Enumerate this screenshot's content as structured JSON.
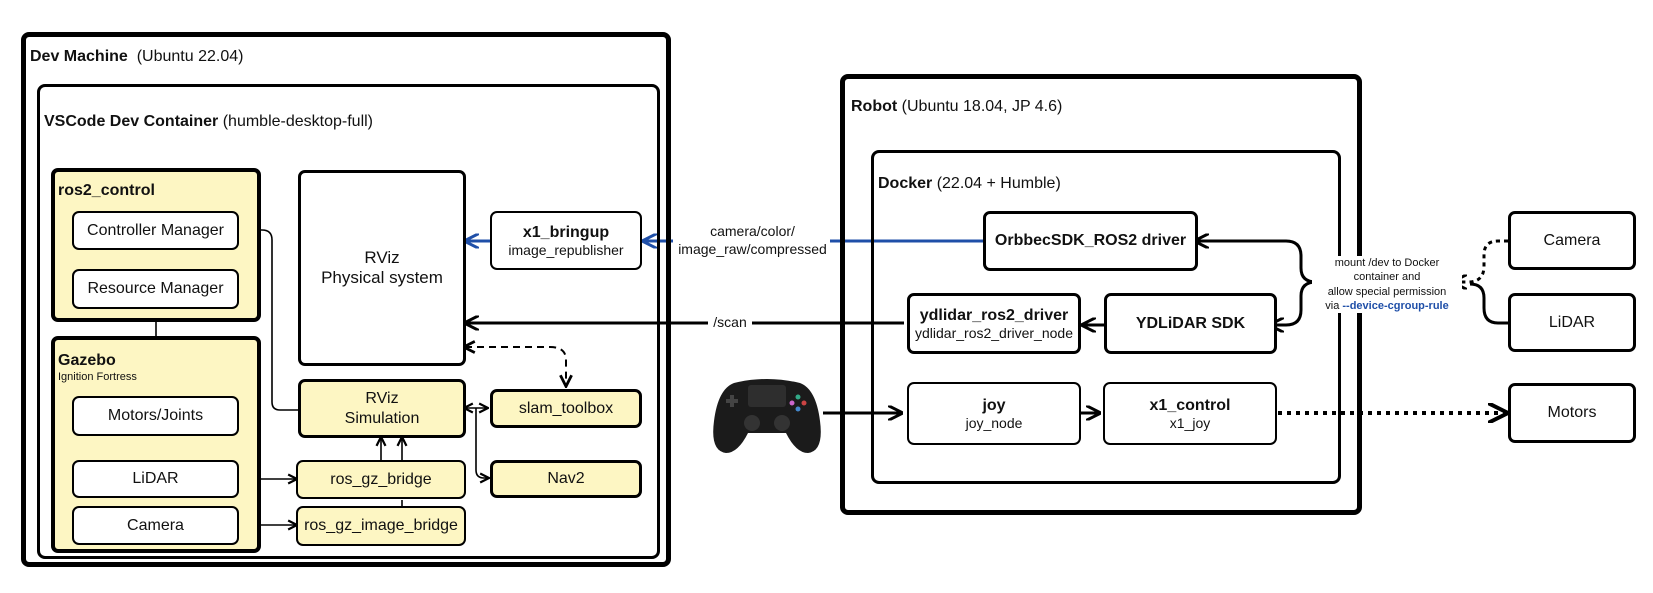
{
  "dev_machine": {
    "title": "Dev Machine",
    "subtitle": "(Ubuntu 22.04)"
  },
  "dev_container": {
    "title": "VSCode Dev Container",
    "subtitle": "(humble-desktop-full)"
  },
  "ros2_control": {
    "title": "ros2_control",
    "controller_manager": "Controller Manager",
    "resource_manager": "Resource Manager"
  },
  "gazebo": {
    "title": "Gazebo",
    "subtitle": "Ignition Fortress",
    "motors_joints": "Motors/Joints",
    "lidar": "LiDAR",
    "camera": "Camera"
  },
  "rviz_physical": {
    "line1": "RViz",
    "line2": "Physical system"
  },
  "rviz_sim": {
    "line1": "RViz",
    "line2": "Simulation"
  },
  "ros_gz_bridge": "ros_gz_bridge",
  "ros_gz_image_bridge": "ros_gz_image_bridge",
  "slam_toolbox": "slam_toolbox",
  "nav2": "Nav2",
  "x1_bringup": {
    "title": "x1_bringup",
    "sub": "image_republisher"
  },
  "topics": {
    "camera_line1": "camera/color/",
    "camera_line2": "image_raw/compressed",
    "scan": "/scan"
  },
  "robot": {
    "title": "Robot",
    "subtitle": "(Ubuntu 18.04, JP 4.6)"
  },
  "docker": {
    "title": "Docker",
    "subtitle": "(22.04 + Humble)"
  },
  "orbbec": "OrbbecSDK_ROS2 driver",
  "ydlidar_driver": {
    "title": "ydlidar_ros2_driver",
    "sub": "ydlidar_ros2_driver_node"
  },
  "ydlidar_sdk": "YDLiDAR SDK",
  "joy": {
    "title": "joy",
    "sub": "joy_node"
  },
  "x1_control": {
    "title": "x1_control",
    "sub": "x1_joy"
  },
  "hardware": {
    "camera": "Camera",
    "lidar": "LiDAR",
    "motors": "Motors"
  },
  "mount_note": {
    "line1": "mount /dev to Docker",
    "line2": "container and",
    "line3": "allow special permission",
    "line4_prefix": "via ",
    "line4_flag": "--device-cgroup-rule"
  },
  "colors": {
    "highlight": "#fdf6c3",
    "blue_wire": "#1f4fa8",
    "flag": "#1f4fa8"
  },
  "icons": {
    "gamepad": "gamepad-icon"
  }
}
